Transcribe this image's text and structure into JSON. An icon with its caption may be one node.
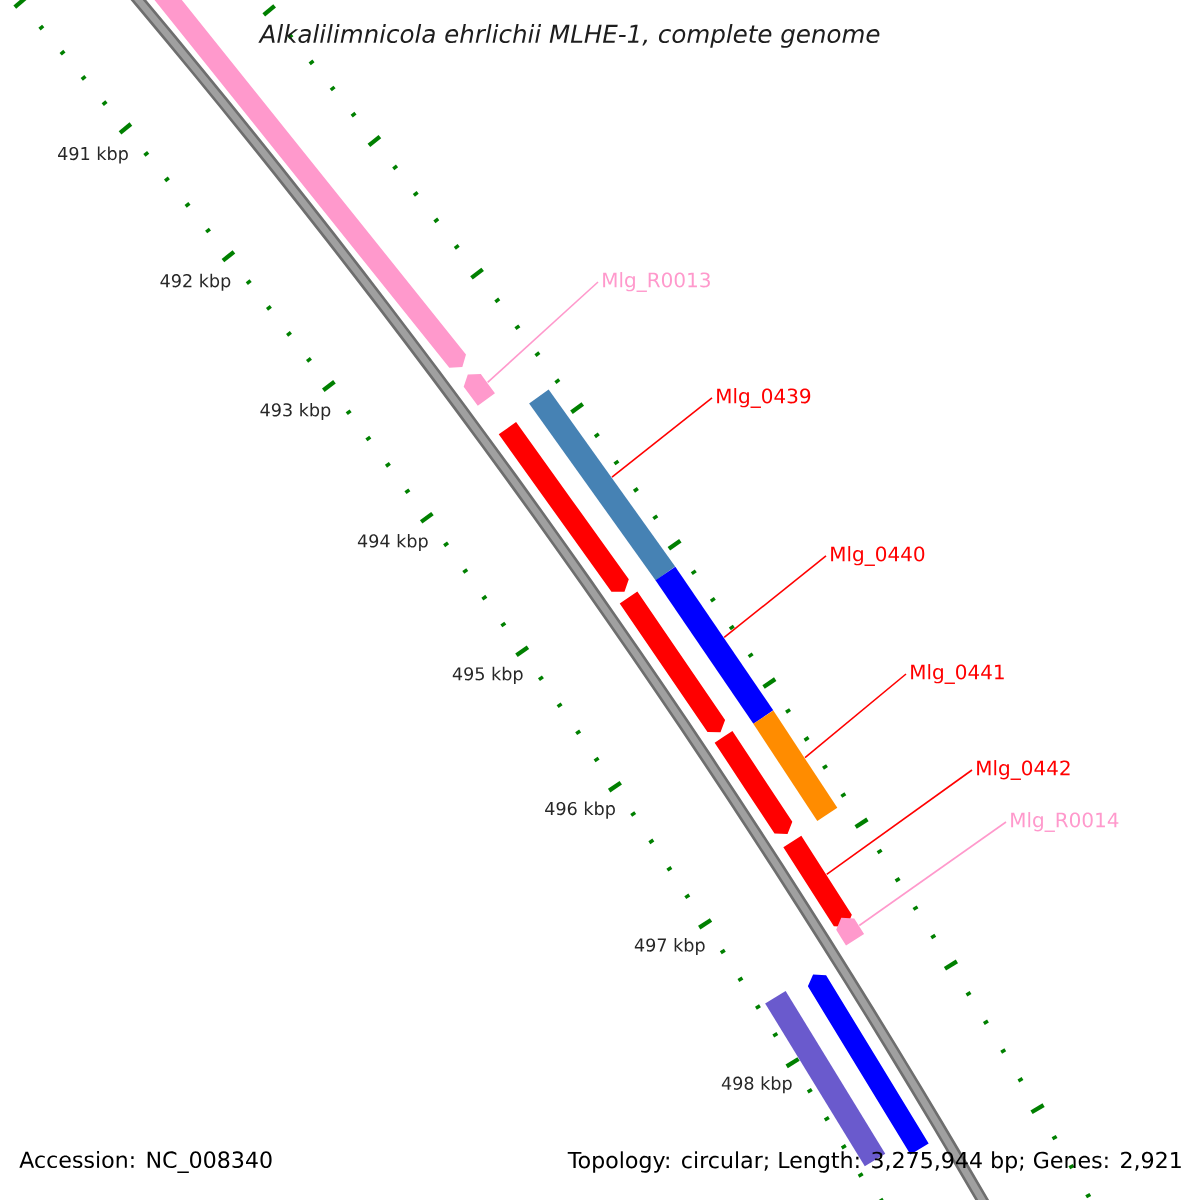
{
  "diagram": {
    "title": "Alkalilimnicola ehrlichii MLHE-1, complete genome",
    "nodes": [
      {
        "text": [
          "Mlg_R0013"
        ]
      },
      {
        "text": [
          "Mlg_0439"
        ]
      },
      {
        "text": [
          "Mlg_0440"
        ]
      },
      {
        "text": [
          "Mlg_0441"
        ]
      },
      {
        "text": [
          "Mlg_0442"
        ]
      },
      {
        "text": [
          "Mlg_R0014"
        ]
      },
      {
        "text": [],
        "shape": "arrow"
      },
      {
        "text": [],
        "shape": "bar"
      },
      {
        "text": [],
        "shape": "bar"
      },
      {
        "text": [],
        "shape": "bar"
      },
      {
        "text": [],
        "shape": "arrow"
      },
      {
        "text": [],
        "shape": "arrow"
      },
      {
        "text": [],
        "shape": "arrow"
      },
      {
        "text": [],
        "shape": "arrow"
      },
      {
        "text": [],
        "shape": "arrow"
      },
      {
        "text": [],
        "shape": "arrow"
      },
      {
        "text": [],
        "shape": "arrow"
      },
      {
        "text": [],
        "shape": "bar"
      }
    ],
    "edges": [
      {
        "from": 0,
        "to": 6,
        "arrow": "none",
        "color": "#ff99cc"
      },
      {
        "from": 1,
        "to": 7,
        "arrow": "none"
      },
      {
        "from": 2,
        "to": 8,
        "arrow": "none"
      },
      {
        "from": 3,
        "to": 9,
        "arrow": "none"
      },
      {
        "from": 4,
        "to": 10,
        "arrow": "none"
      },
      {
        "from": 5,
        "to": 11,
        "arrow": "none",
        "color": "#ff99cc"
      }
    ],
    "labels": [
      "491 kbp",
      "492 kbp",
      "493 kbp",
      "494 kbp",
      "495 kbp",
      "496 kbp",
      "497 kbp",
      "498 kbp",
      "Accession: NC_008340",
      "Topology: circular; Length: 3,275,944 bp; Genes: 2,921"
    ]
  }
}
